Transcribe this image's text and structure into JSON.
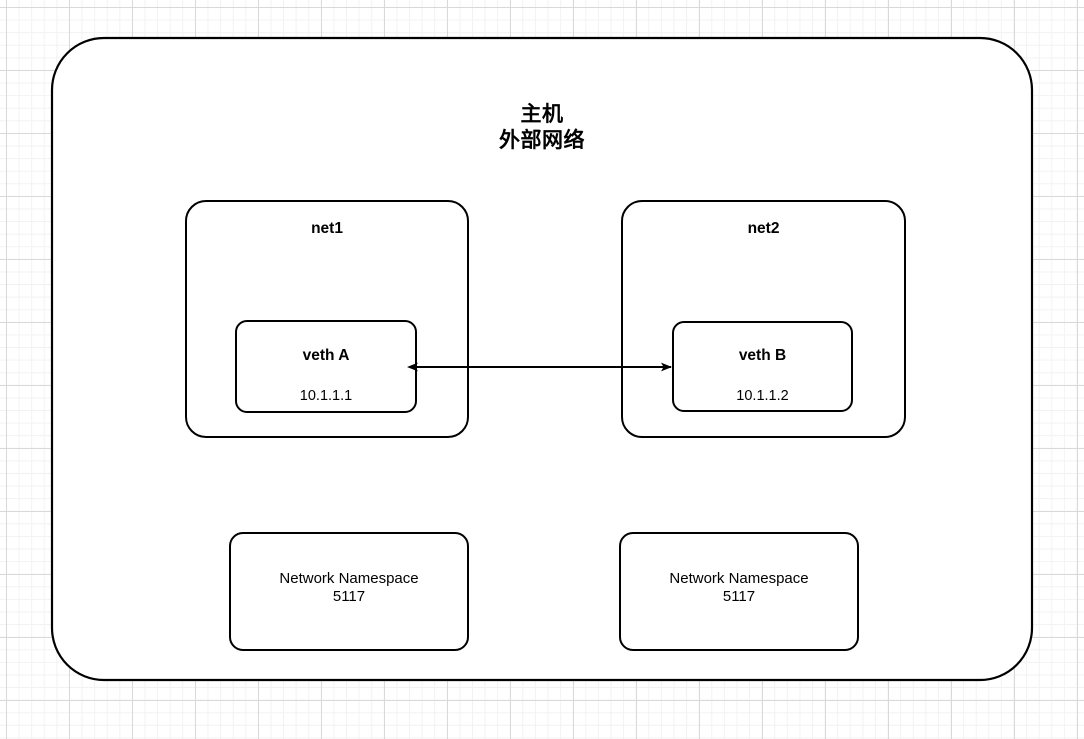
{
  "diagram": {
    "title_line1": "主机",
    "title_line2": "外部网络",
    "background": {
      "grid": "true",
      "minor_grid_color": "#f2f2f2",
      "major_grid_color": "#d9d9d9",
      "page_color": "#ffffff"
    },
    "stroke_color": "#000000",
    "host_box": {
      "name": "host-external-network"
    },
    "networks": [
      {
        "label": "net1",
        "veth": {
          "name": "veth A",
          "ip": "10.1.1.1"
        }
      },
      {
        "label": "net2",
        "veth": {
          "name": "veth B",
          "ip": "10.1.1.2"
        }
      }
    ],
    "namespaces": [
      {
        "line1": "Network Namespace",
        "line2": "5117"
      },
      {
        "line1": "Network Namespace",
        "line2": "5117"
      }
    ],
    "connector": {
      "type": "double-headed-arrow",
      "from": "veth A",
      "to": "veth B"
    }
  }
}
